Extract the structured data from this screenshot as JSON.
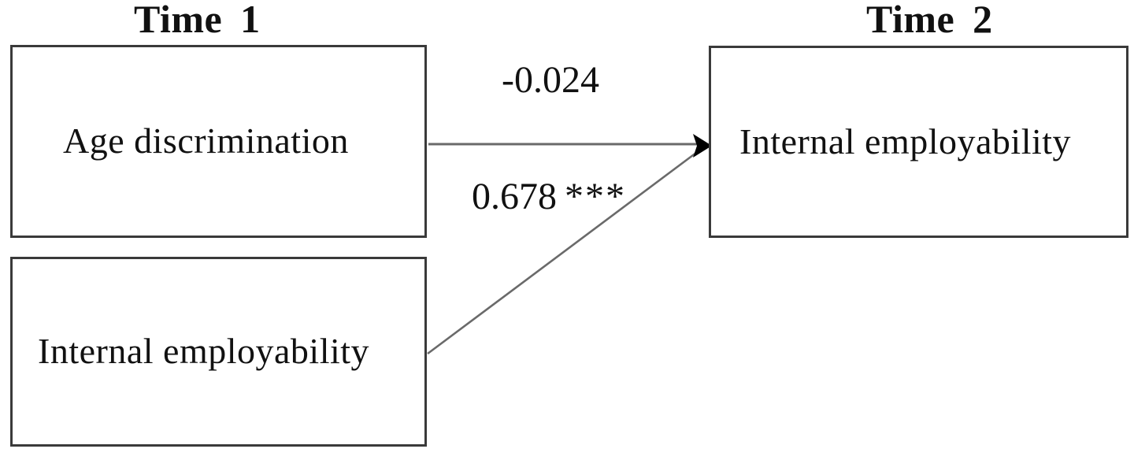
{
  "figure": {
    "columns": {
      "time1": "Time 1",
      "time2": "Time 2"
    },
    "nodes": {
      "age_discrimination_t1": {
        "label": "Age discrimination"
      },
      "internal_employability_t1": {
        "label": "Internal employability"
      },
      "internal_employability_t2": {
        "label": "Internal employability"
      }
    },
    "paths": {
      "age_to_internal_employability": {
        "coefficient": "-0.024",
        "significance": ""
      },
      "internal_employability_stability": {
        "coefficient": "0.678",
        "significance": "***"
      }
    },
    "colors": {
      "background": "#ffffff",
      "box_border": "#3a3a3a",
      "arrow_line": "#6a6a6a",
      "arrowhead": "#000000",
      "text": "#111111"
    }
  }
}
